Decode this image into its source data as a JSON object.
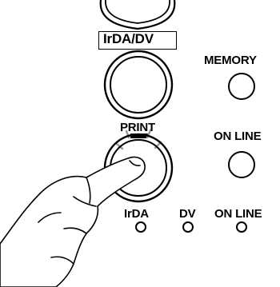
{
  "labels": {
    "irda_dv": "IrDA/DV",
    "memory": "MEMORY",
    "print": "PRINT",
    "on_line_button": "ON LINE",
    "irda_led": "IrDA",
    "dv_led": "DV",
    "on_line_led": "ON LINE"
  },
  "colors": {
    "ink": "#000000",
    "background": "#ffffff",
    "press_marks": "#9a9a9a"
  },
  "icons": [
    "pointing-hand-icon"
  ]
}
